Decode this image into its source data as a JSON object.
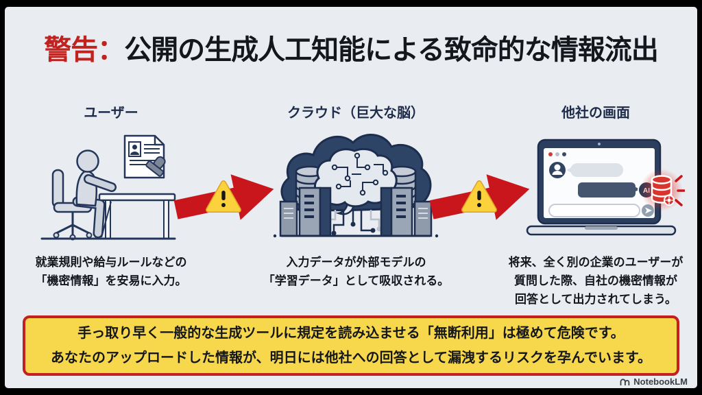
{
  "slide": {
    "title": {
      "warning_label": "警告：",
      "main": "公開の生成人工知能による致命的な情報流出"
    },
    "columns": [
      {
        "header": "ユーザー",
        "illustration": "user-at-desk-illustration",
        "caption_lines": [
          "就業規則や給与ルールなどの",
          "「機密情報」を安易に入力。"
        ]
      },
      {
        "header": "クラウド（巨大な脳）",
        "illustration": "cloud-brain-illustration",
        "caption_lines": [
          "入力データが外部モデルの",
          "「学習データ」として吸収される。"
        ]
      },
      {
        "header": "他社の画面",
        "illustration": "laptop-chat-illustration",
        "ai_badge": "AI",
        "caption_lines": [
          "将来、全く別の企業のユーザーが",
          "質問した際、自社の機密情報が",
          "回答として出力されてしまう。"
        ]
      }
    ],
    "arrows": [
      {
        "icon": "red-arrow-icon",
        "overlay": "warning-triangle-icon"
      },
      {
        "icon": "red-arrow-icon",
        "overlay": "warning-triangle-icon"
      }
    ],
    "warning_box": {
      "lines": [
        "手っ取り早く一般的な生成ツールに規定を読み込ませる「無断利用」は極めて危険です。",
        "あなたのアップロードした情報が、明日には他社への回答として漏洩するリスクを孕んでいます。"
      ]
    },
    "watermark": {
      "logo": "notebooklm-logo-icon",
      "label": "NotebookLM"
    },
    "icons": [
      "document-stamp-icon",
      "database-leak-icon",
      "ai-badge",
      "send-icon",
      "user-avatar-icon",
      "warning-triangle-icon",
      "red-arrow-icon",
      "notebooklm-logo-icon"
    ],
    "colors": {
      "background": "#e9edf2",
      "frame": "#000000",
      "accent_red": "#c9161c",
      "title_red": "#c0231f",
      "warning_yellow": "#f7d74b",
      "warning_border": "#c32020",
      "navy": "#2e4467"
    }
  }
}
